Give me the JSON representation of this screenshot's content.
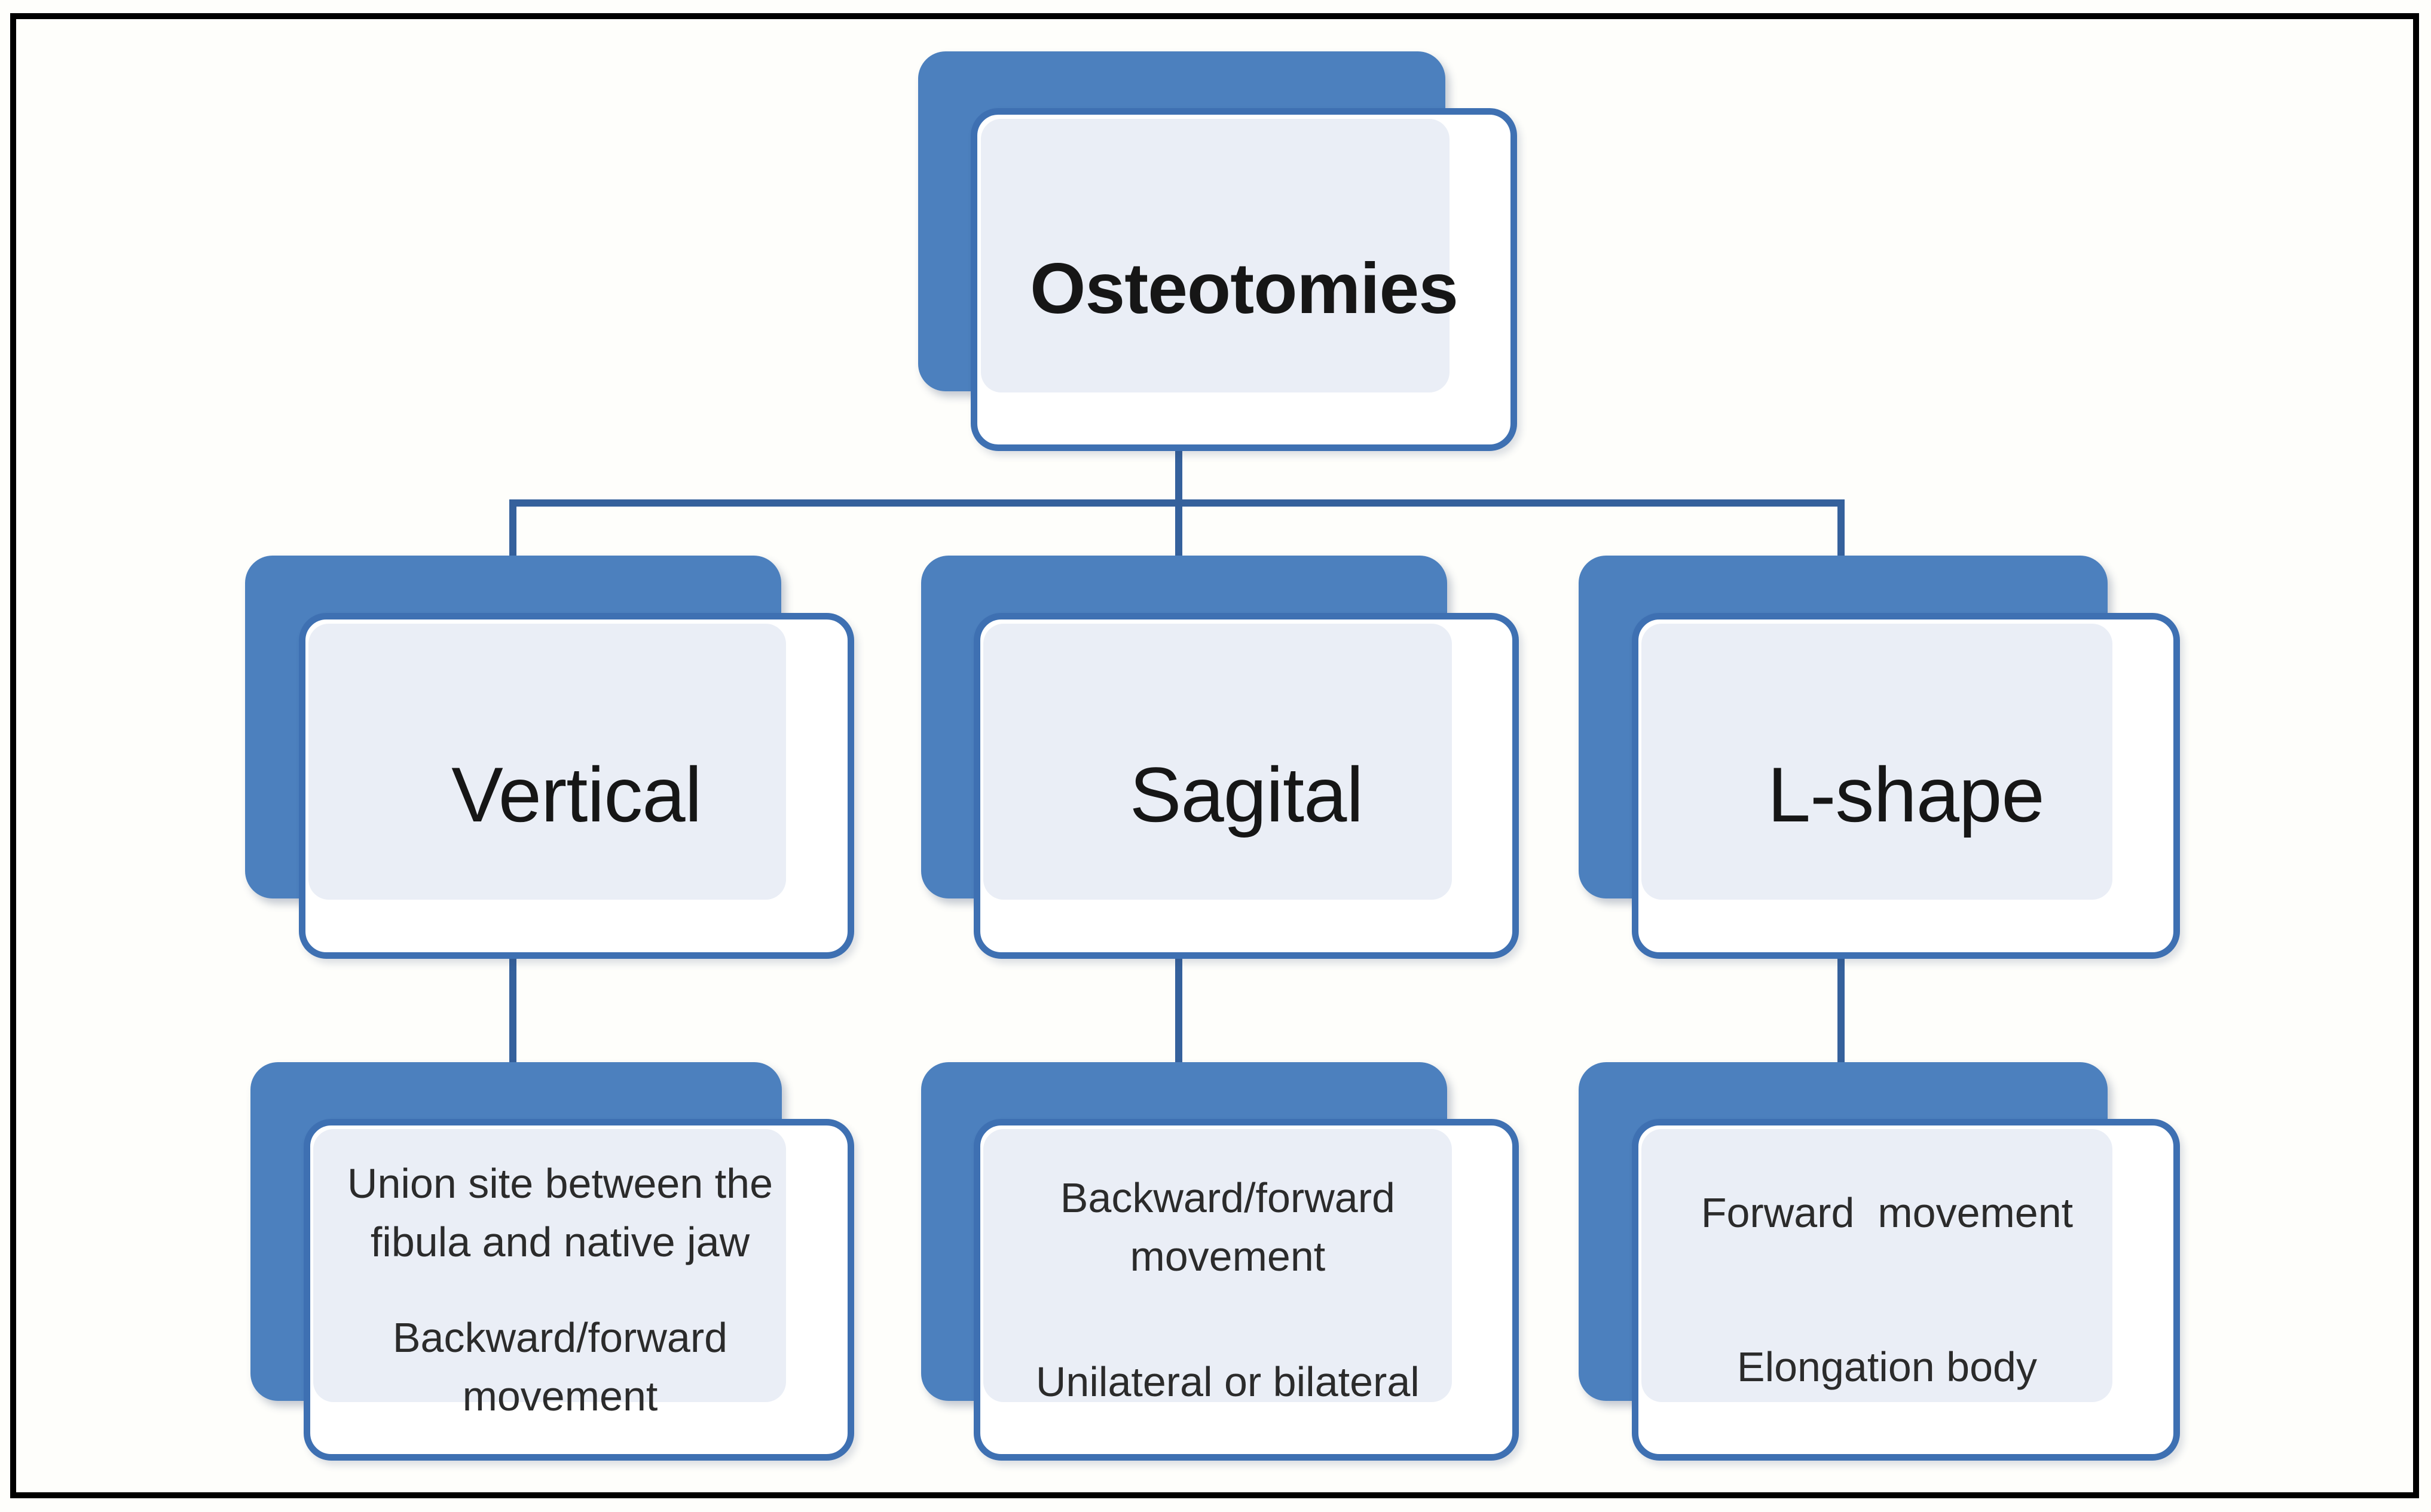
{
  "figure": {
    "root": {
      "label": "Osteotomies"
    },
    "branches": [
      {
        "title": "Vertical",
        "lines": [
          "Union site between the fibula and native jaw",
          "Backward/forward movement"
        ]
      },
      {
        "title": "Sagital",
        "lines": [
          "Backward/forward movement",
          "Unilateral or bilateral"
        ]
      },
      {
        "title": "L-shape",
        "lines": [
          "Forward  movement",
          "Elongation body"
        ]
      }
    ],
    "colors": {
      "node_fill": "#4C80BE",
      "node_border": "#3E70B2",
      "panel_fill": "#EAEEF6",
      "connector": "#35619C",
      "frame": "#000000",
      "title_text": "#161616",
      "body_text": "#2B2B2B"
    }
  }
}
